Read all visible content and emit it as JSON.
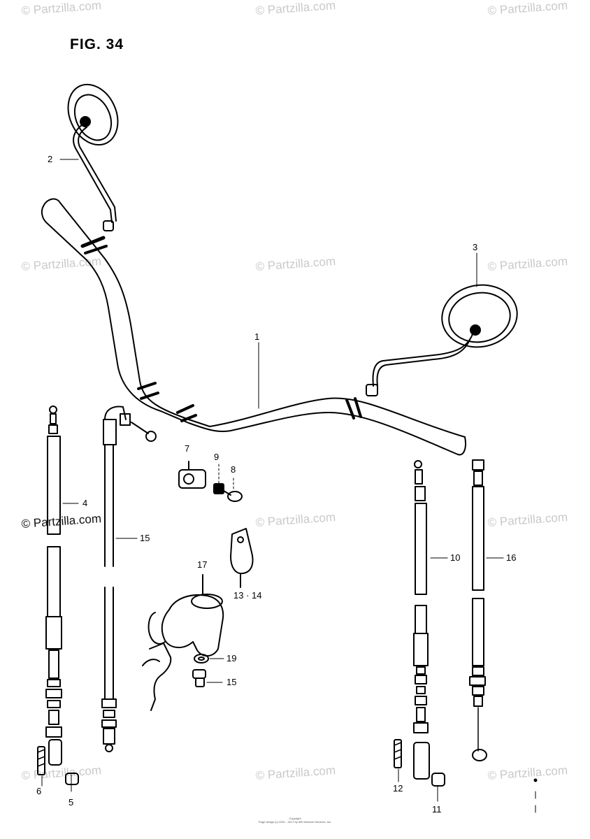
{
  "figure": {
    "title": "FIG. 34"
  },
  "watermark": {
    "text": "© Partzilla.com"
  },
  "callouts": {
    "c1": "1",
    "c2": "2",
    "c3": "3",
    "c4": "4",
    "c5": "5",
    "c6": "6",
    "c7": "7",
    "c8": "8",
    "c9": "9",
    "c10": "10",
    "c11": "11",
    "c12": "12",
    "c13_14": "13 · 14",
    "c15a": "15",
    "c15b": "15",
    "c16": "16",
    "c17": "17",
    "c19": "19"
  },
  "footer": {
    "line1": "Copyright",
    "line2": "Page design (c) 2001 - 2017 by ARI Network Services, Inc."
  }
}
